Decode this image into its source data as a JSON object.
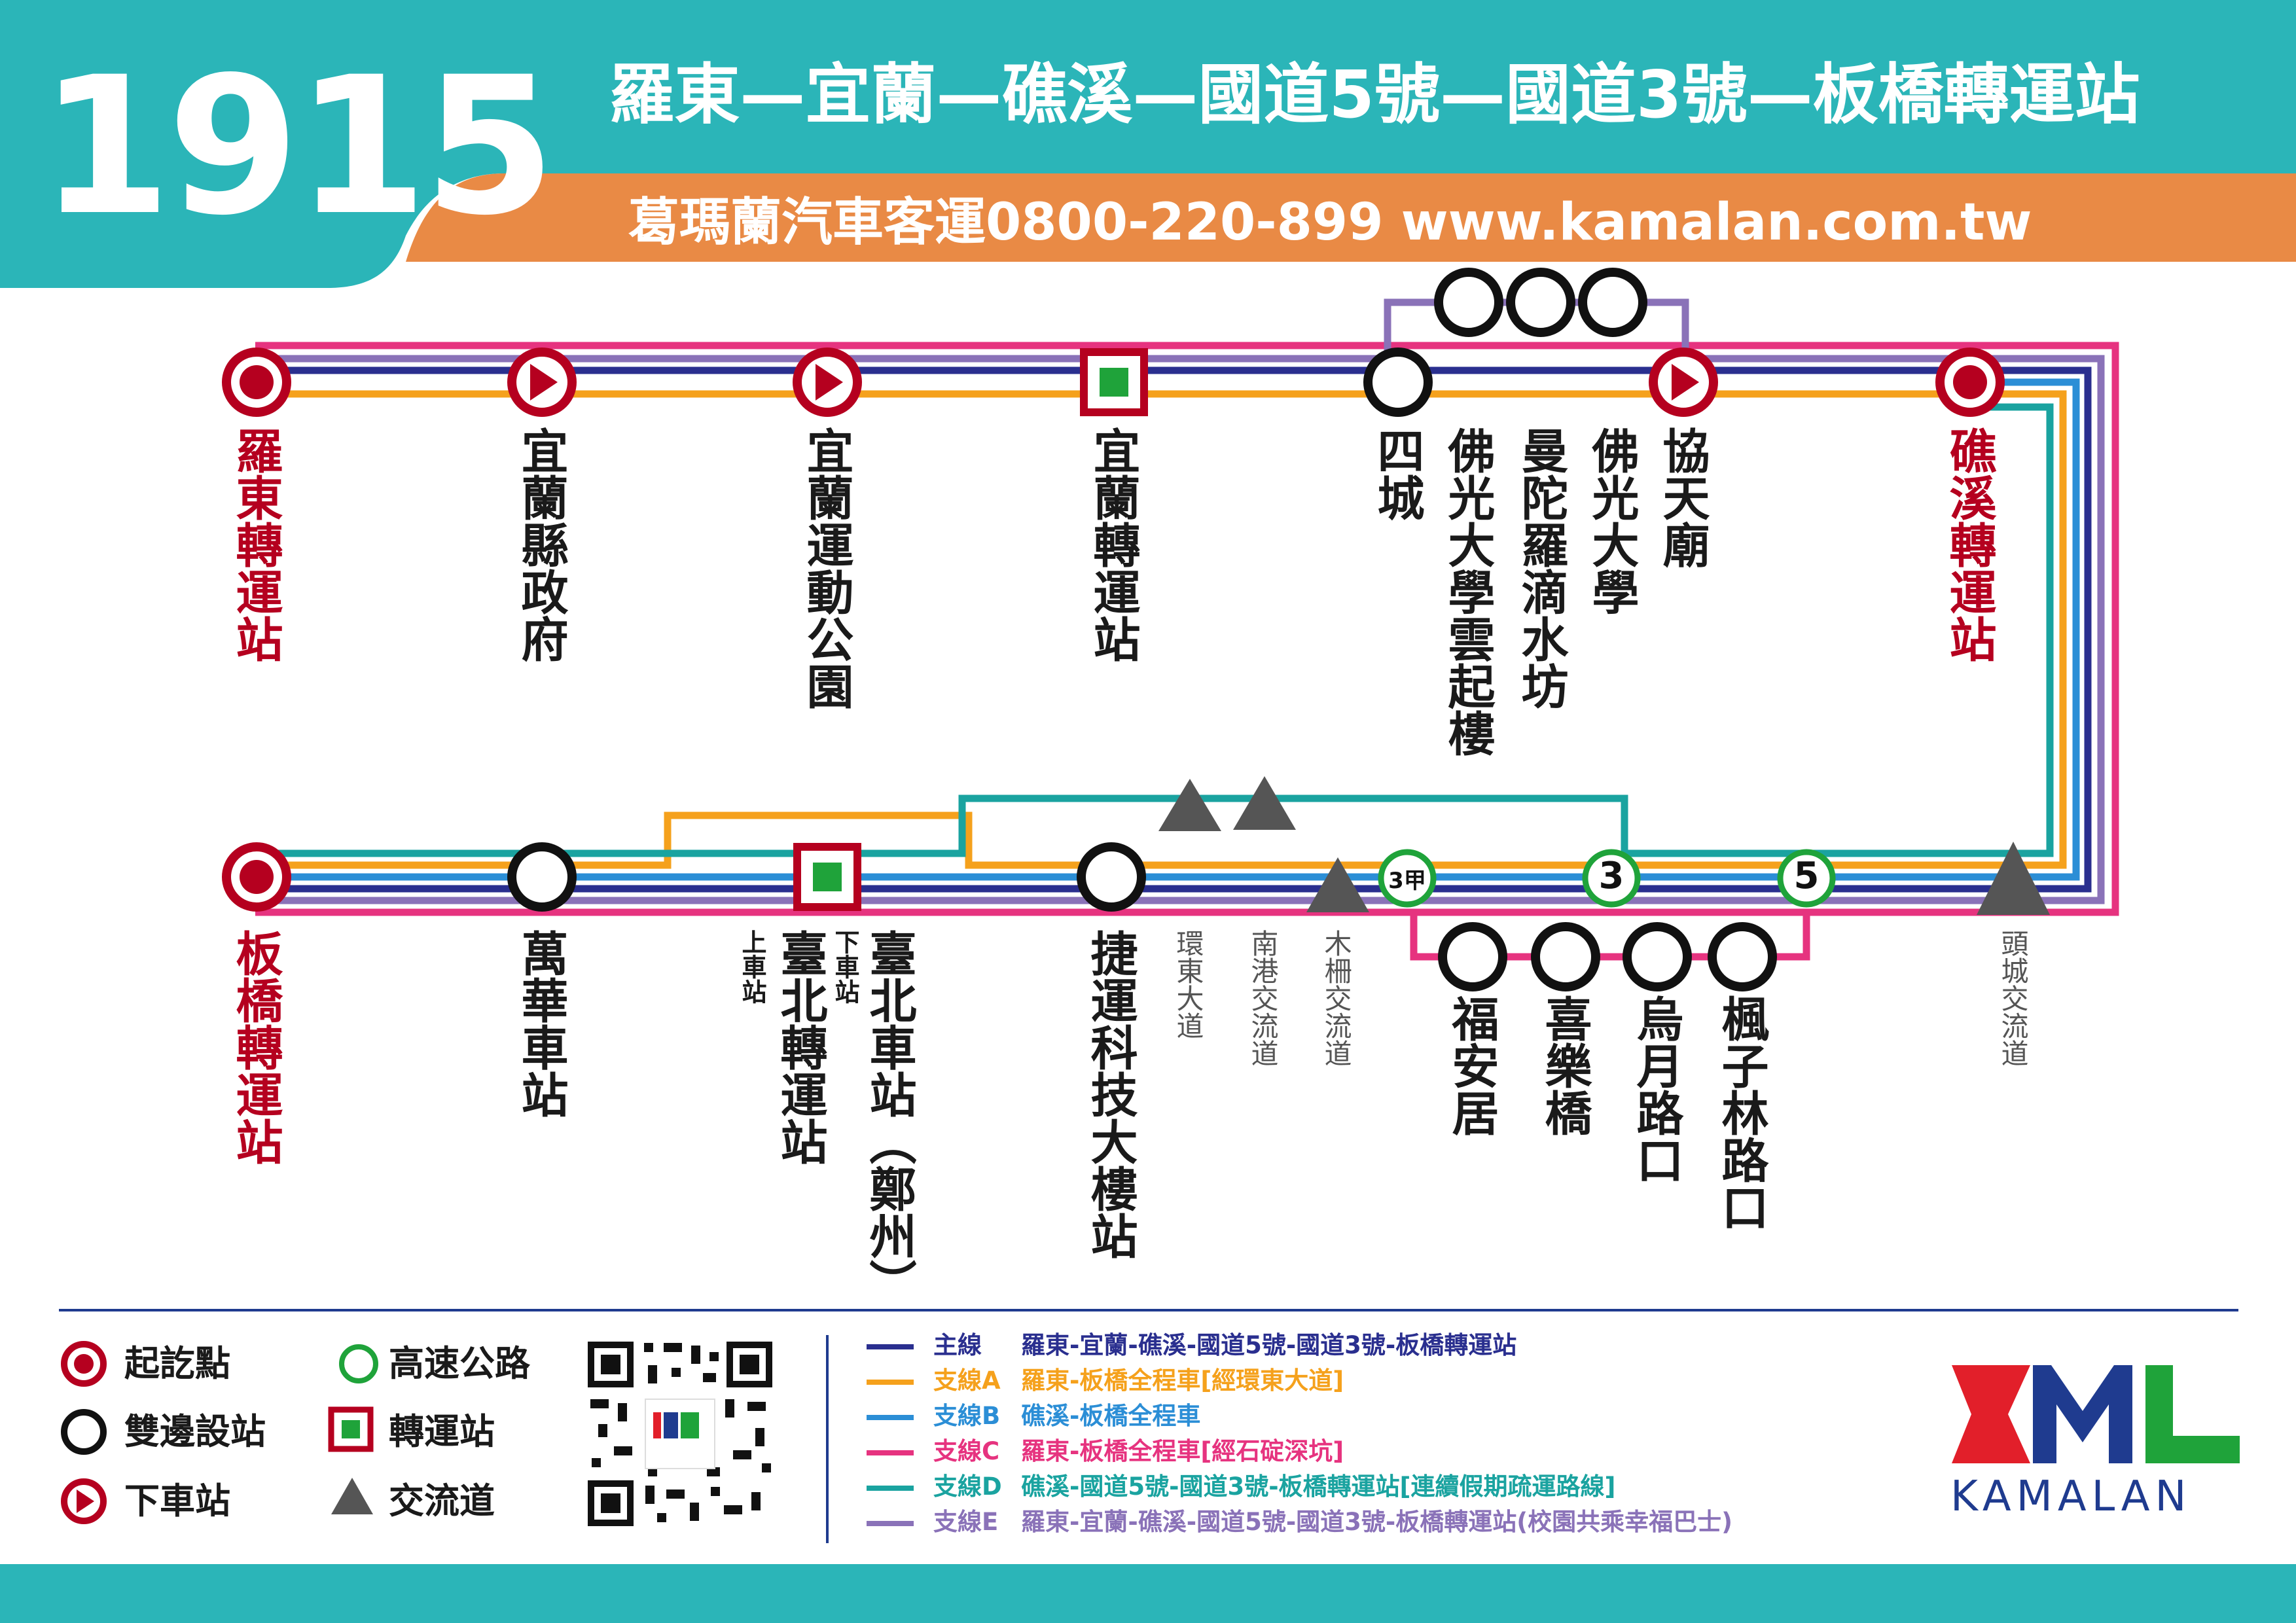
{
  "header": {
    "route_number": "1915",
    "route_title": "羅東—宜蘭—礁溪—國道5號—國道3號—板橋轉運站",
    "contact": "葛瑪蘭汽車客運0800-220-899  www.kamalan.com.tw"
  },
  "colors": {
    "teal": "#2bb5b8",
    "orange": "#e98a45",
    "red": "#b5001f",
    "main_line": "#2a2f8f",
    "line_a": "#f5a11c",
    "line_b": "#2b8ed6",
    "line_c": "#e6337f",
    "line_d": "#1aa3a0",
    "line_e": "#8a72b8",
    "transfer_green": "#1fa33a",
    "ramp_gray": "#555555"
  },
  "stations_top": [
    {
      "name": "羅東轉運站",
      "type": "terminal"
    },
    {
      "name": "宜蘭縣政府",
      "type": "alight"
    },
    {
      "name": "宜蘭運動公園",
      "type": "alight"
    },
    {
      "name": "宜蘭轉運站",
      "type": "transfer"
    },
    {
      "name": "四城",
      "type": "both"
    },
    {
      "name": "佛光大學雲起樓",
      "type": "both"
    },
    {
      "name": "曼陀羅滴水坊",
      "type": "both"
    },
    {
      "name": "佛光大學",
      "type": "both"
    },
    {
      "name": "協天廟",
      "type": "alight"
    },
    {
      "name": "礁溪轉運站",
      "type": "terminal"
    }
  ],
  "stations_bottom": [
    {
      "name": "板橋轉運站",
      "type": "terminal"
    },
    {
      "name": "萬華車站",
      "type": "both"
    },
    {
      "name": "臺北轉運站",
      "type": "transfer",
      "note": "上車站"
    },
    {
      "name": "臺北車站（鄭州）",
      "type": "transfer",
      "note": "下車站"
    },
    {
      "name": "捷運科技大樓站",
      "type": "both"
    },
    {
      "name": "福安居",
      "type": "both"
    },
    {
      "name": "喜樂橋",
      "type": "both"
    },
    {
      "name": "烏月路口",
      "type": "both"
    },
    {
      "name": "楓子林路口",
      "type": "both"
    }
  ],
  "interchanges": [
    "環東大道",
    "南港交流道",
    "木柵交流道",
    "頭城交流道"
  ],
  "highway_badges": [
    "3甲",
    "3",
    "5"
  ],
  "legend": {
    "terminal": "起訖點",
    "both": "雙邊設站",
    "alight": "下車站",
    "highway": "高速公路",
    "transfer": "轉運站",
    "interchange": "交流道"
  },
  "lines": [
    {
      "label": "主線",
      "desc": "羅東-宜蘭-礁溪-國道5號-國道3號-板橋轉運站",
      "color": "#2a2f8f"
    },
    {
      "label": "支線A",
      "desc": "羅東-板橋全程車[經環東大道]",
      "color": "#f5a11c"
    },
    {
      "label": "支線B",
      "desc": "礁溪-板橋全程車",
      "color": "#2b8ed6"
    },
    {
      "label": "支線C",
      "desc": "羅東-板橋全程車[經石碇深坑]",
      "color": "#e6337f"
    },
    {
      "label": "支線D",
      "desc": "礁溪-國道5號-國道3號-板橋轉運站[連續假期疏運路線]",
      "color": "#1aa3a0"
    },
    {
      "label": "支線E",
      "desc": "羅東-宜蘭-礁溪-國道5號-國道3號-板橋轉運站(校園共乘幸福巴士)",
      "color": "#8a72b8"
    }
  ],
  "brand": {
    "logo_text": "KML",
    "name": "KAMALAN"
  }
}
